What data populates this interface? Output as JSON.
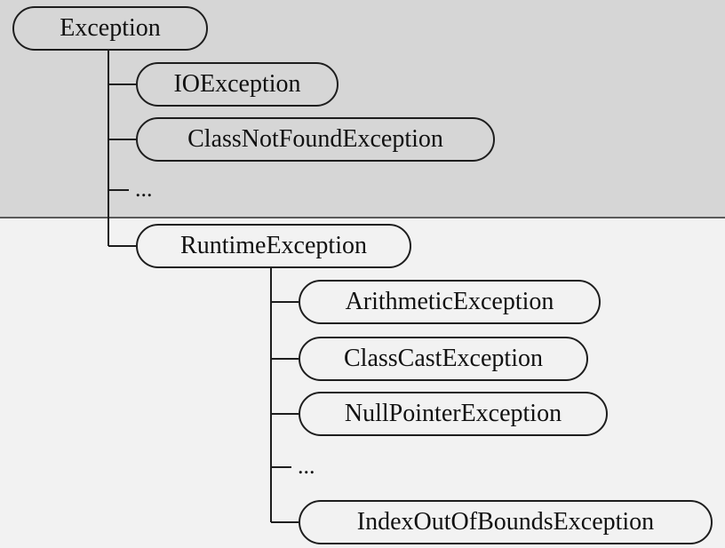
{
  "diagram": {
    "root": "Exception",
    "checked_children": [
      "IOException",
      "ClassNotFoundException",
      "..."
    ],
    "runtime": {
      "label": "RuntimeException",
      "children": [
        "ArithmeticException",
        "ClassCastException",
        "NullPointerException",
        "...",
        "IndexOutOfBoundsException"
      ]
    }
  },
  "colors": {
    "checked_band": "#d6d6d6",
    "unchecked_band": "#f2f2f2",
    "stroke": "#1e1e1e"
  }
}
